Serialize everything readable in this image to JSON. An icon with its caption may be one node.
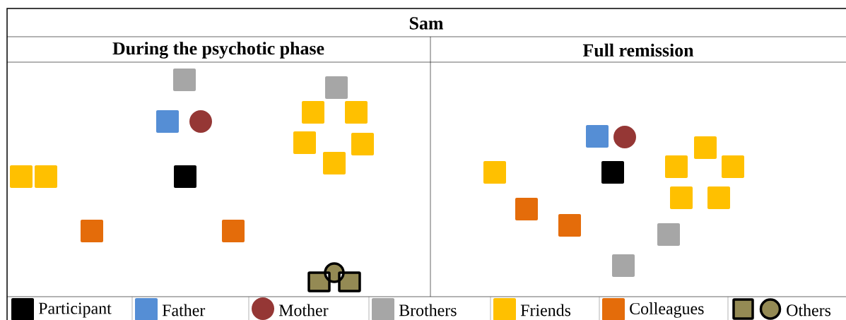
{
  "diagram": {
    "title": "Sam",
    "labels": [
      "During the psychotic phase",
      "Full remission"
    ],
    "legend": [
      {
        "text": "Participant",
        "color": "#000000"
      },
      {
        "text": "Father",
        "color": "#558ed5"
      },
      {
        "text": "Mother",
        "color": "#953735"
      },
      {
        "text": "Brothers",
        "color": "#a6a6a6"
      },
      {
        "text": "Friends",
        "color": "#ffc000"
      },
      {
        "text": "Colleagues",
        "color": "#e46c0a"
      },
      {
        "text": "Others"
      }
    ]
  }
}
